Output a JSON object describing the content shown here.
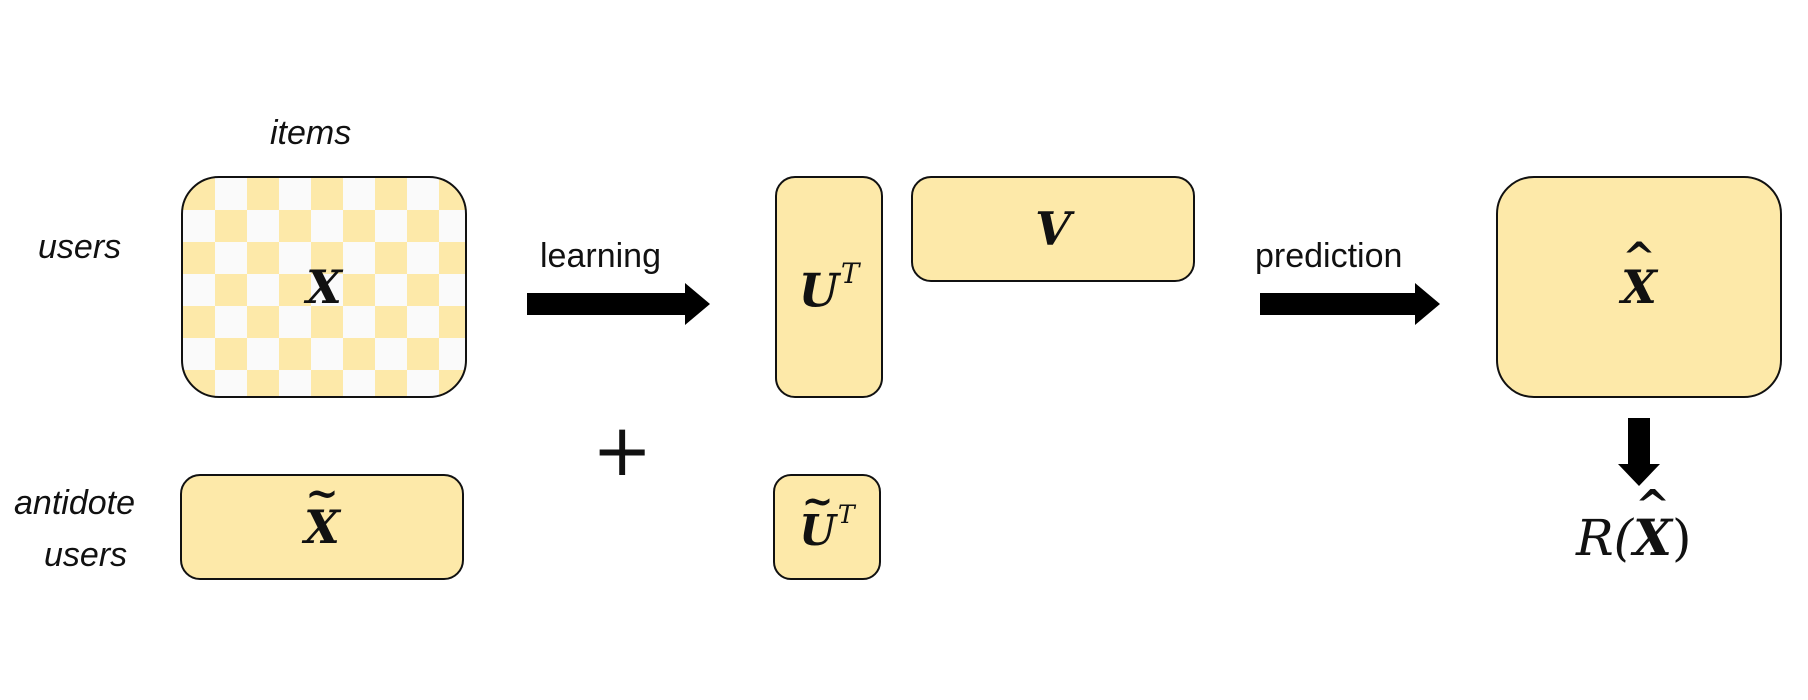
{
  "labels": {
    "items": "items",
    "users": "users",
    "antidote_line1": "antidote",
    "antidote_line2": "users",
    "learning": "learning",
    "prediction": "prediction",
    "plus": "+"
  },
  "matrices": {
    "X": "X",
    "X_tilde_base": "X",
    "X_tilde_mark": "~",
    "U_T_base": "U",
    "U_T_sup": "T",
    "U_tilde_base": "U",
    "U_tilde_mark": "~",
    "U_tilde_sup": "T",
    "V": "V",
    "X_hat_base": "X",
    "X_hat_mark": "^"
  },
  "result": {
    "prefix": "R(",
    "base": "X",
    "mark": "^",
    "suffix": ")"
  },
  "colors": {
    "fill": "#fde9a9",
    "checker_light": "#fafafa",
    "stroke": "#111111"
  }
}
